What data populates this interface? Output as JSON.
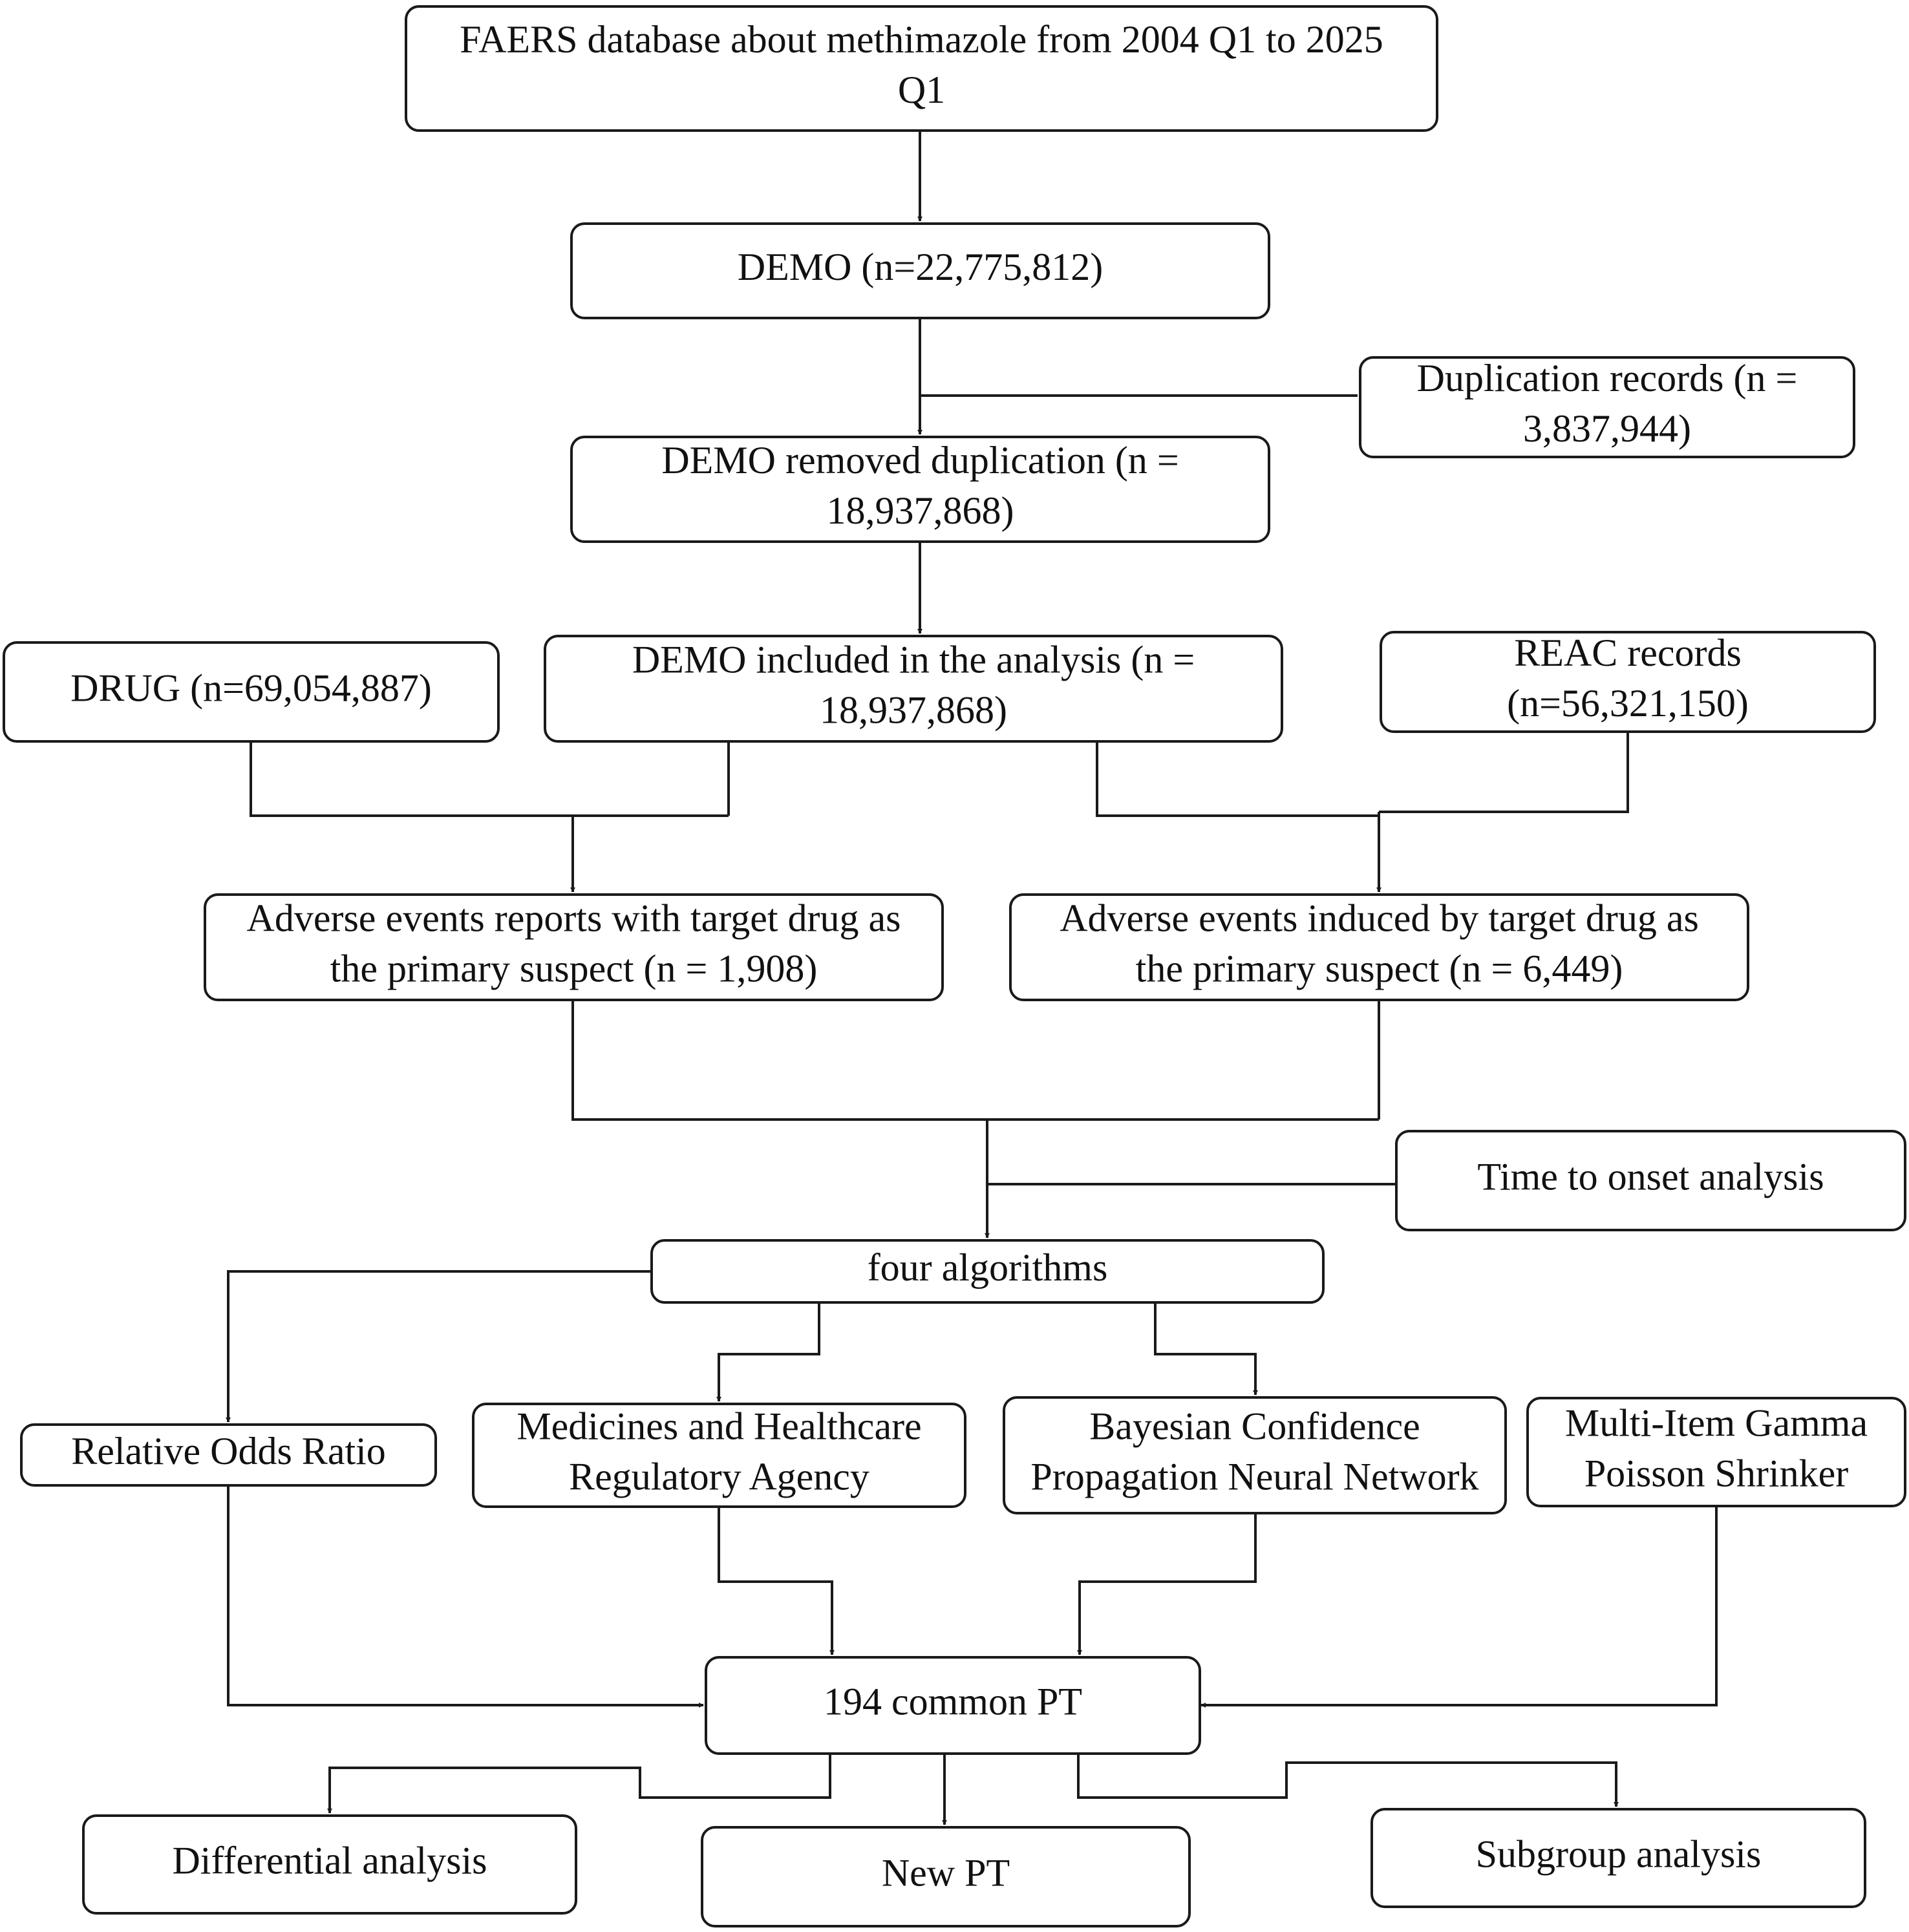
{
  "nodes": {
    "faers_source": [
      "FAERS database about methimazole from 2004 Q1 to 2025",
      "Q1"
    ],
    "demo_total": [
      "DEMO (n=22,775,812)"
    ],
    "duplication_records": [
      "Duplication records (n =",
      "3,837,944)"
    ],
    "demo_deduplicated": [
      "DEMO removed duplication (n =",
      "18,937,868)"
    ],
    "drug_records": [
      "DRUG (n=69,054,887)"
    ],
    "demo_included": [
      "DEMO included in the analysis (n =",
      "18,937,868)"
    ],
    "reac_records": [
      "REAC records",
      "(n=56,321,150)"
    ],
    "ae_reports": [
      "Adverse events reports with target drug as",
      "the primary suspect (n = 1,908)"
    ],
    "ae_induced": [
      "Adverse events induced by target drug as",
      "the primary suspect (n = 6,449)"
    ],
    "time_to_onset": [
      "Time to onset analysis"
    ],
    "four_algorithms": [
      "four algorithms"
    ],
    "ror": [
      "Relative Odds Ratio"
    ],
    "mhra": [
      "Medicines and Healthcare",
      "Regulatory Agency"
    ],
    "bcpnn": [
      "Bayesian Confidence",
      "Propagation Neural Network"
    ],
    "mgps": [
      "Multi-Item Gamma",
      "Poisson Shrinker"
    ],
    "common_pt": [
      "194 common PT"
    ],
    "differential": [
      "Differential analysis"
    ],
    "new_pt": [
      "New PT"
    ],
    "subgroup": [
      "Subgroup analysis"
    ]
  }
}
